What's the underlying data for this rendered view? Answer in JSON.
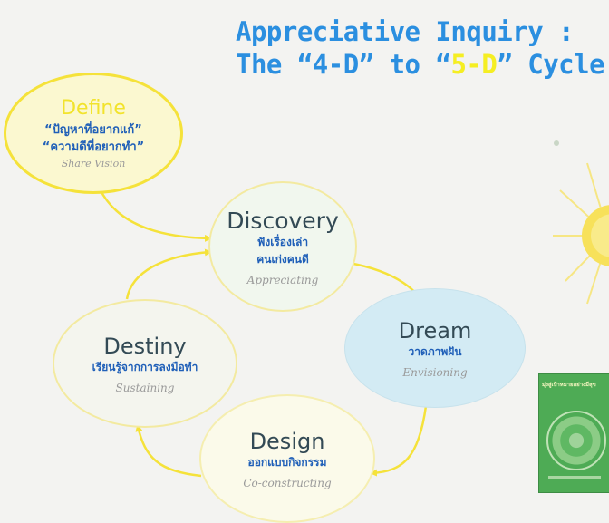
{
  "title": {
    "line1": "Appreciative Inquiry :",
    "line2_prefix": "The “4-D” to “",
    "line2_highlight": "5-D",
    "line2_suffix": "” Cycle"
  },
  "stages": {
    "define": {
      "name": "Define",
      "thai_1": "“ปัญหาที่อยากแก้”",
      "thai_2": "“ความดีที่อยากทำ”",
      "subtitle": "Share Vision"
    },
    "discovery": {
      "name": "Discovery",
      "thai_1": "ฟังเรื่องเล่า",
      "thai_2": "คนเก่งคนดี",
      "subtitle": "Appreciating"
    },
    "dream": {
      "name": "Dream",
      "thai_1": "วาดภาพฝัน",
      "subtitle": "Envisioning"
    },
    "destiny": {
      "name": "Destiny",
      "thai_1": "เรียนรู้จากการลงมือทำ",
      "subtitle": "Sustaining"
    },
    "design": {
      "name": "Design",
      "thai_1": "ออกแบบกิจกรรม",
      "subtitle": "Co-constructing"
    }
  },
  "book": {
    "title": "มุ่งสู่เป้าหมายอย่างมีสุข"
  },
  "colors": {
    "title_blue": "#2b8fe0",
    "highlight_yellow": "#f5ee22",
    "arrow_yellow": "#f5e23a",
    "thai_blue": "#1f5fb8",
    "dream_fill": "#d3ebf4"
  }
}
